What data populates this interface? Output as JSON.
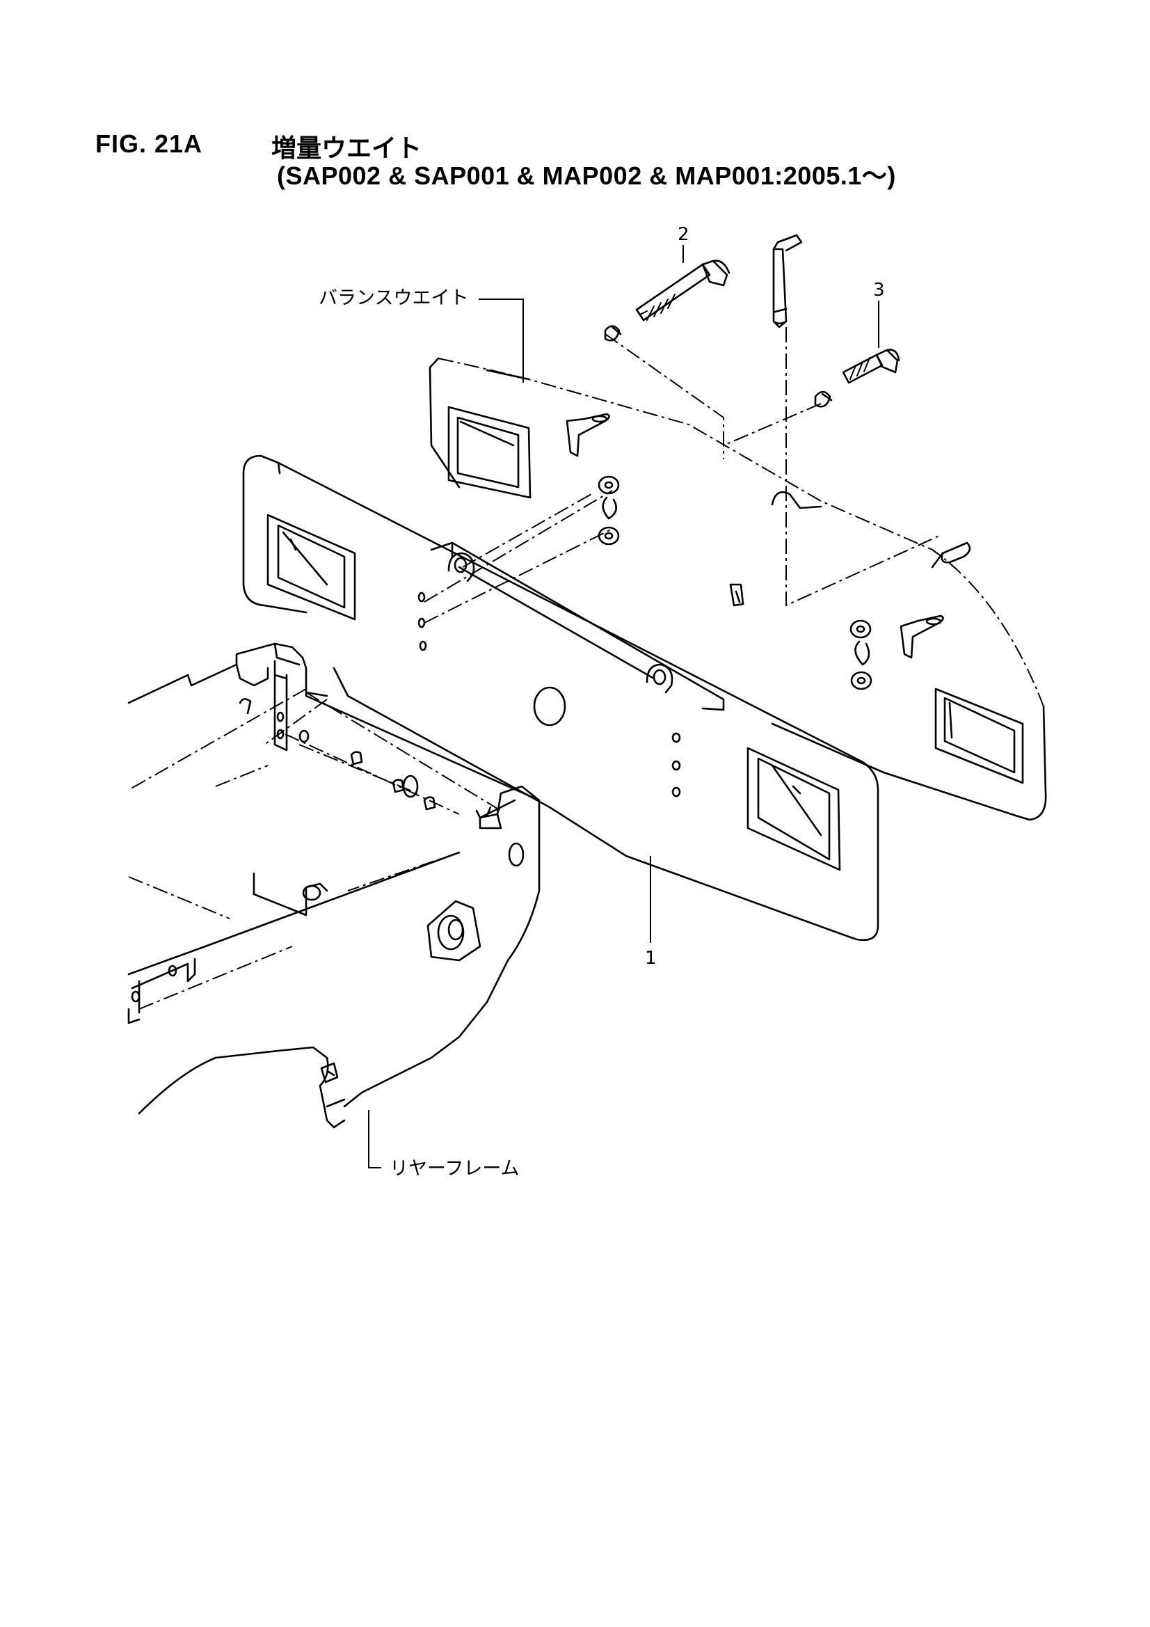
{
  "figure": {
    "number": "FIG. 21A",
    "title": "増量ウエイト",
    "subtitle": "(SAP002 & SAP001 & MAP002 & MAP001:2005.1～)"
  },
  "callouts": [
    {
      "id": "1",
      "text": "1"
    },
    {
      "id": "2",
      "text": "2"
    },
    {
      "id": "3",
      "text": "3"
    }
  ],
  "labels": {
    "balance_weight": "バランスウエイト",
    "rear_frame": "リヤーフレーム"
  }
}
